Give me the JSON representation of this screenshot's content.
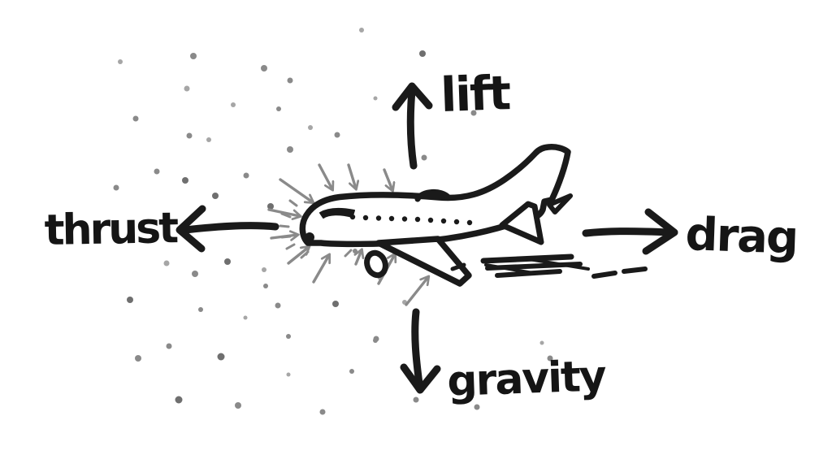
{
  "diagram": {
    "subject": "Four forces of flight acting on an airplane",
    "style": "hand-drawn black marker sketch on white",
    "background_color": "#ffffff",
    "ink_color": "#1a1a1a",
    "particle_color": "#8a8a8a"
  },
  "forces": [
    {
      "id": "lift",
      "label": "lift",
      "direction": "up"
    },
    {
      "id": "thrust",
      "label": "thrust",
      "direction": "left"
    },
    {
      "id": "drag",
      "label": "drag",
      "direction": "right"
    },
    {
      "id": "gravity",
      "label": "gravity",
      "direction": "down"
    }
  ],
  "airplane": {
    "facing": "left",
    "features": [
      "nose-cockpit-window",
      "passenger-window-dots",
      "swept-wing",
      "engine-ring",
      "tail-fin",
      "tail-stabilizer",
      "fuselage-hump"
    ],
    "passenger_window_count": 10
  },
  "effects": {
    "air_particle_dots": 52,
    "intake_arrows_toward_nose": 11,
    "motion_streaks_behind_wing": true
  }
}
